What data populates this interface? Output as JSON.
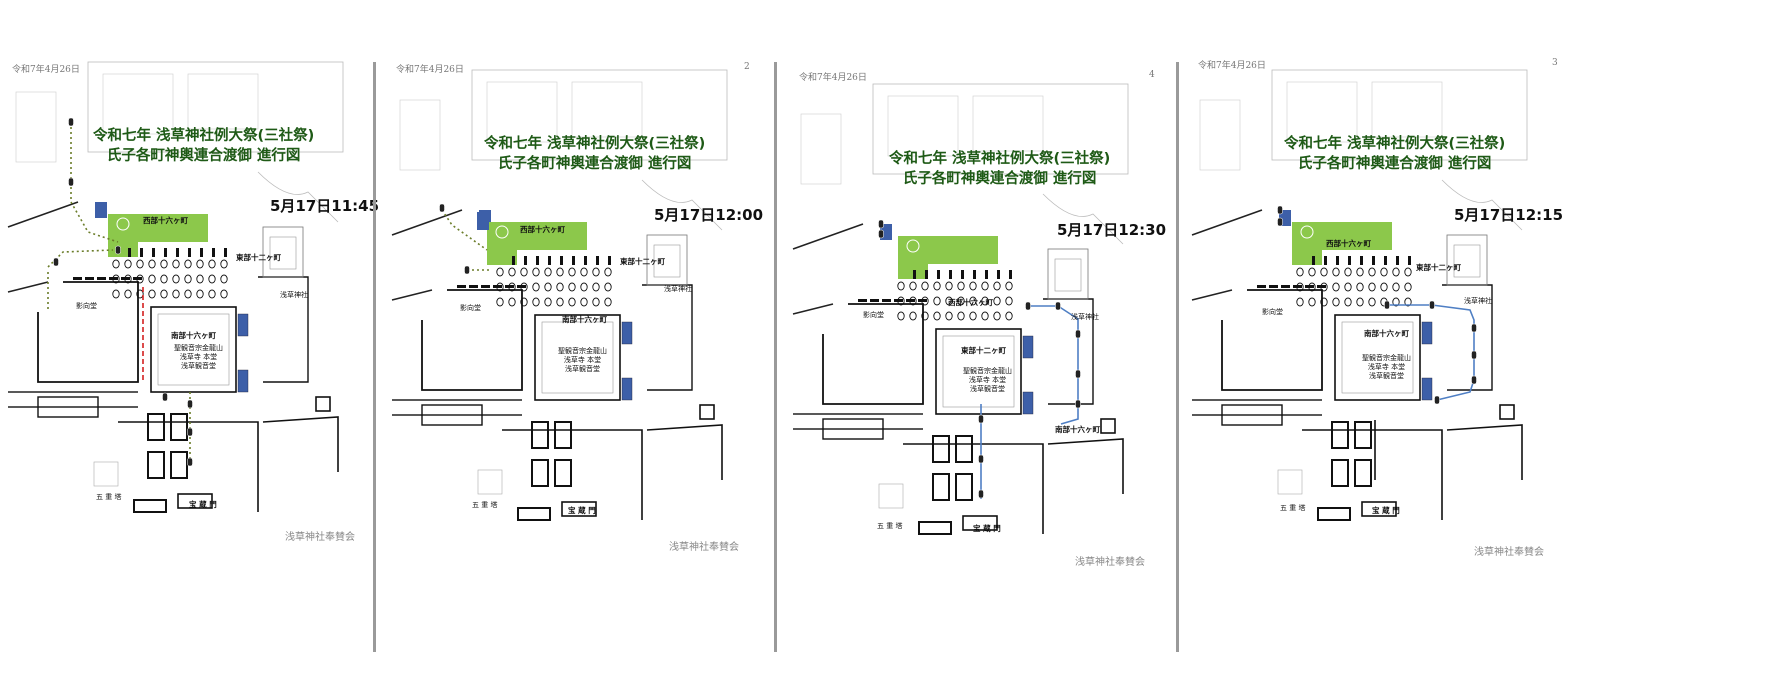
{
  "pages": [
    {
      "date": "令和7年4月26日",
      "page_number": "",
      "title_line1": "令和七年 浅草神社例大祭(三社祭)",
      "title_line2": "氏子各町神輿連合渡御 進行図",
      "time": "5月17日11:45",
      "footer": "浅草神社奉賛会",
      "labels": {
        "west": "西部十六ヶ町",
        "east": "東部十二ヶ町",
        "south": "南部十六ヶ町",
        "shrine": "浅草神社",
        "eikodo": "影向堂",
        "main_hall": "聖観音宗金龍山\n浅草寺 本堂\n浅草観音堂",
        "pagoda": "五 重 塔",
        "gate": "宝 蔵 門"
      },
      "route_color": "#6b7d2a"
    },
    {
      "date": "令和7年4月26日",
      "page_number": "2",
      "title_line1": "令和七年 浅草神社例大祭(三社祭)",
      "title_line2": "氏子各町神輿連合渡御 進行図",
      "time": "5月17日12:00",
      "footer": "浅草神社奉賛会",
      "labels": {
        "west": "西部十六ヶ町",
        "east": "東部十二ヶ町",
        "south": "南部十六ヶ町",
        "shrine": "浅草神社",
        "eikodo": "影向堂",
        "main_hall": "聖観音宗金龍山\n浅草寺 本堂\n浅草観音堂",
        "pagoda": "五 重 塔",
        "gate": "宝 蔵 門"
      },
      "route_color": "#6b7d2a"
    },
    {
      "date": "令和7年4月26日",
      "page_number": "4",
      "title_line1": "令和七年 浅草神社例大祭(三社祭)",
      "title_line2": "氏子各町神輿連合渡御 進行図",
      "time": "5月17日12:30",
      "footer": "浅草神社奉賛会",
      "labels": {
        "west": "西部十六ヶ町",
        "east": "東部十二ヶ町",
        "south": "南部十六ヶ町",
        "shrine": "浅草神社",
        "eikodo": "影向堂",
        "main_hall": "聖観音宗金龍山\n浅草寺 本堂\n浅草観音堂",
        "pagoda": "五 重 塔",
        "gate": "宝 蔵 門"
      },
      "route_color": "#4f7fc4"
    },
    {
      "date": "令和7年4月26日",
      "page_number": "3",
      "title_line1": "令和七年 浅草神社例大祭(三社祭)",
      "title_line2": "氏子各町神輿連合渡御 進行図",
      "time": "5月17日12:15",
      "footer": "浅草神社奉賛会",
      "labels": {
        "west": "西部十六ヶ町",
        "east": "東部十二ヶ町",
        "south": "南部十六ヶ町",
        "shrine": "浅草神社",
        "eikodo": "影向堂",
        "main_hall": "聖観音宗金龍山\n浅草寺 本堂\n浅草観音堂",
        "pagoda": "五 重 塔",
        "gate": "宝 蔵 門"
      },
      "route_color": "#4f7fc4"
    }
  ],
  "colors": {
    "title_green": "#1e5a16",
    "area_green": "#8cc84b",
    "route_olive": "#6b7d2a",
    "route_blue": "#4f7fc4",
    "route_red": "#d42020",
    "building_blue": "#3d5fa8"
  }
}
